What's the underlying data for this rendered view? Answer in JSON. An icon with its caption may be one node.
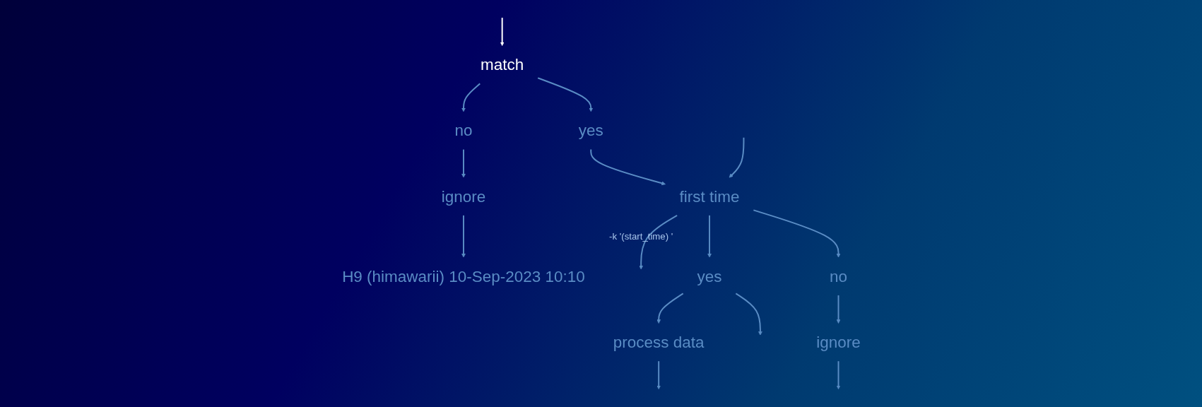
{
  "diagram": {
    "nodes": [
      {
        "text": [
          "match"
        ]
      },
      {
        "text": [
          "yes"
        ]
      },
      {
        "text": [
          "no"
        ]
      },
      {
        "text": [
          "ignore"
        ]
      },
      {
        "text": [
          "first time"
        ]
      },
      {
        "text": [
          "no"
        ]
      },
      {
        "text": [
          "yes"
        ]
      },
      {
        "text": [
          "ignore"
        ]
      },
      {
        "text": [
          "process data"
        ]
      },
      {
        "text": [
          "H9 (himawarii) 10-Sep-2023 10:10"
        ]
      }
    ],
    "edges": [
      {
        "from": null,
        "to": 0,
        "arrow": "to",
        "color": "#ffffff"
      },
      {
        "from": 0,
        "to": 1,
        "arrow": "to"
      },
      {
        "from": 0,
        "to": 2,
        "arrow": "to"
      },
      {
        "from": 2,
        "to": 3,
        "arrow": "to"
      },
      {
        "from": 3,
        "to": 9,
        "arrow": "to"
      },
      {
        "from": 1,
        "to": 4,
        "arrow": "to"
      },
      {
        "from": 4,
        "to": 5,
        "arrow": "to"
      },
      {
        "from": 4,
        "to": 6,
        "arrow": "to"
      },
      {
        "from": 5,
        "to": 7,
        "arrow": "to"
      },
      {
        "from": 7,
        "to": null,
        "arrow": "to"
      },
      {
        "from": 4,
        "to": null,
        "arrow": "to",
        "label": "-k '(start_time) '"
      },
      {
        "from": null,
        "to": 4,
        "arrow": "to"
      },
      {
        "from": 6,
        "to": null,
        "arrow": "to"
      },
      {
        "from": 6,
        "to": 8,
        "arrow": "to"
      },
      {
        "from": 8,
        "to": null,
        "arrow": "to"
      }
    ]
  }
}
